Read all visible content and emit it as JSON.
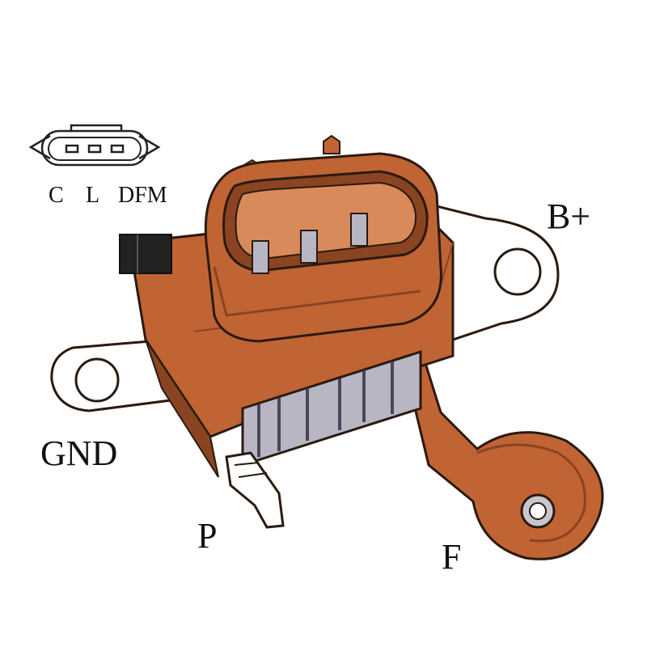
{
  "pinout": {
    "pins": [
      "C",
      "L",
      "DFM"
    ]
  },
  "terminals": {
    "b_plus": "B+",
    "gnd": "GND",
    "p": "P",
    "f": "F"
  },
  "colors": {
    "housing": "#c06434",
    "housing_dark": "#8a4422",
    "housing_light": "#d98a5a",
    "bracket": "#ffffff",
    "heatsink": "#b9b6c4",
    "outline": "#2a1a10"
  }
}
